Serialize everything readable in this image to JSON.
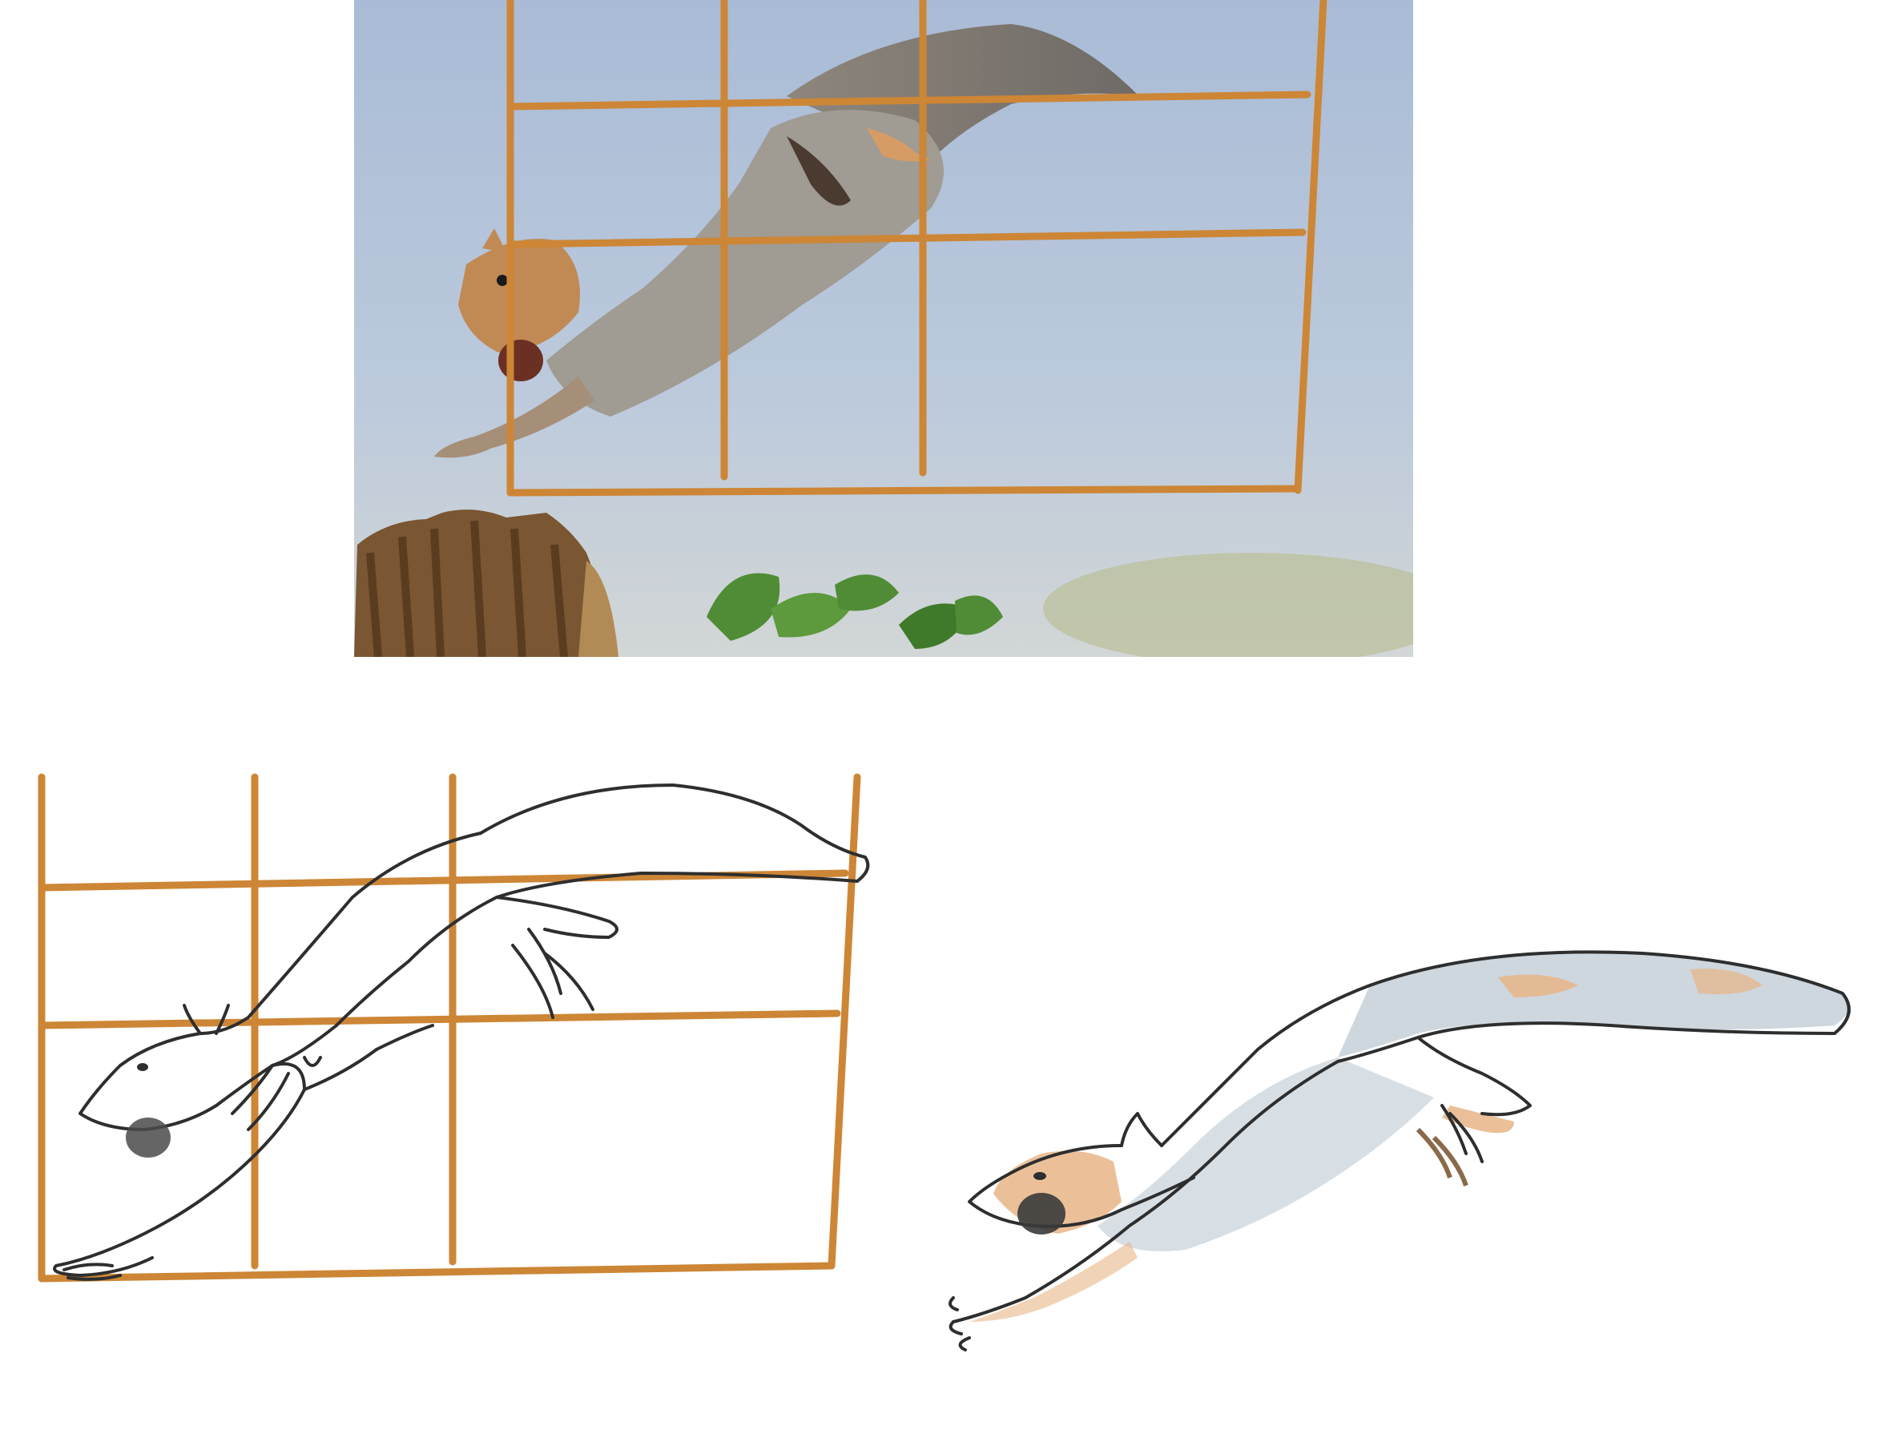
{
  "colors": {
    "grid": "#cd8636",
    "sky_top": "#a7b8d3",
    "sky_bottom": "#c4cfdf",
    "fur_gray": "#a09b93",
    "fur_orange": "#d59c65",
    "pencil": "#2e2e2e",
    "wash_gray": "#c9d2da",
    "wash_orange": "#e8b587",
    "stump": "#7a5632",
    "leaf": "#4f8c35",
    "acorn": "#6a3024"
  },
  "panels": {
    "photo": {
      "subject": "squirrel-leaping-with-acorn",
      "grid": {
        "columns": 3,
        "rows": 3
      }
    },
    "sketch": {
      "subject": "pencil-sketch-of-squirrel",
      "grid": {
        "columns": 3,
        "rows": 3
      }
    },
    "painted": {
      "subject": "watercolor-squirrel-drawing"
    }
  }
}
